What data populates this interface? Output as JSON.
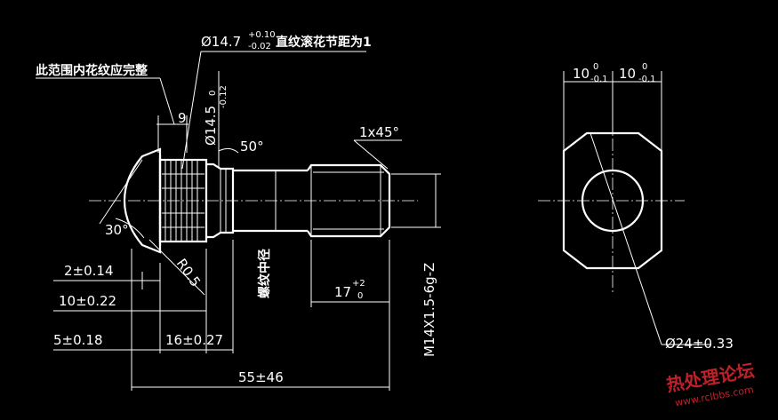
{
  "annotations": {
    "knurl_dia_main": "Ø14.7",
    "knurl_dia_tol_up": "+0.10",
    "knurl_dia_tol_low": "-0.02",
    "knurl_note": "直纹滚花节距为1",
    "knurl_range_note": "此范围内花纹应完整",
    "dim_9": "9",
    "shank_dia_main": "Ø14.5",
    "shank_dia_tol_up": "0",
    "shank_dia_tol_low": "-0.12",
    "angle_50": "50°",
    "chamfer": "1x45°",
    "angle_30": "30°",
    "radius": "R0.5",
    "dim_2": "2±0.14",
    "dim_10": "10±0.22",
    "dim_5": "5±0.18",
    "dim_16": "16±0.27",
    "dim_55": "55±46",
    "dim_17_main": "17",
    "dim_17_tol_up": "+2",
    "dim_17_tol_low": "0",
    "thread_pitch_note": "螺纹中径",
    "thread_spec": "M14X1.5-6g-Z",
    "side_dim_left_main": "10",
    "side_dim_right_main": "10",
    "side_tol_up": "0",
    "side_tol_low": "-0.1",
    "dia_24": "Ø24±0.33"
  },
  "watermark": {
    "title": "热处理论坛",
    "url": "www.rclbbs.com"
  },
  "colors": {
    "background": "#000000",
    "lines": "#ffffff",
    "watermark": "#c0202a"
  }
}
